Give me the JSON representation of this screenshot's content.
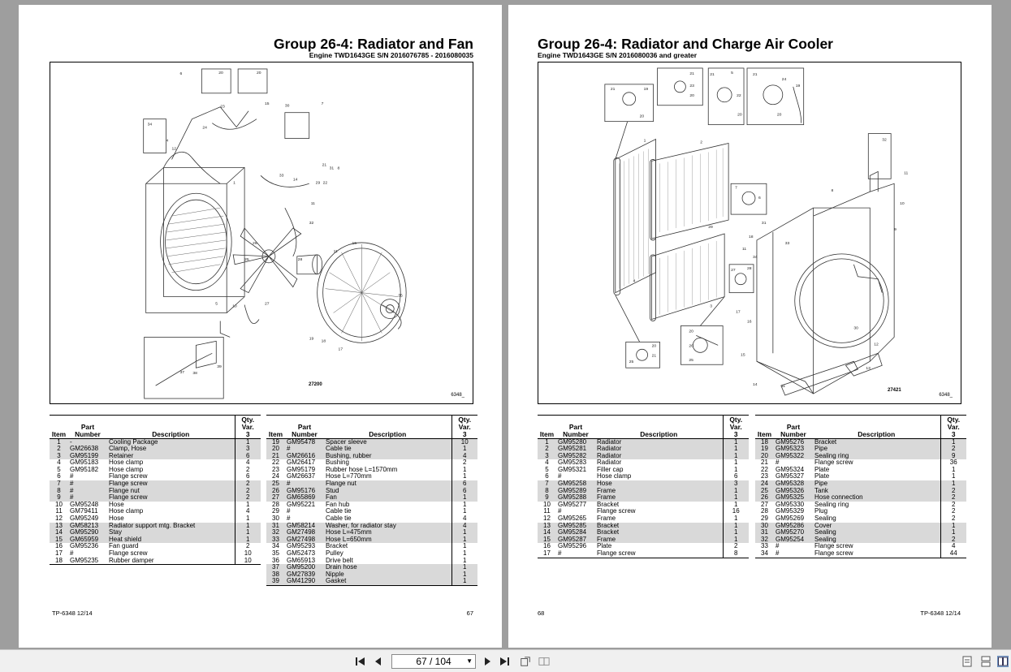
{
  "left_page": {
    "title": "Group 26-4:  Radiator and Fan",
    "subtitle": "Engine TWD1643GE S/N 2016076785 - 2016080035",
    "figure_number": "27200",
    "figure_code": "6348_",
    "table_headers": {
      "item": "Item",
      "part_line1": "Part",
      "part_line2": "Number",
      "description": "Description",
      "qty_line1": "Qty.",
      "qty_line2": "Var.",
      "qty_line3": "3"
    },
    "parts_a": [
      {
        "item": "1",
        "part": "-",
        "desc": "Cooling Package",
        "qty": "1"
      },
      {
        "item": "2",
        "part": "GM26638",
        "desc": "Clamp, Hose",
        "qty": "3"
      },
      {
        "item": "3",
        "part": "GM95199",
        "desc": "Retainer",
        "qty": "6"
      },
      {
        "item": "4",
        "part": "GM95183",
        "desc": "Hose clamp",
        "qty": "4"
      },
      {
        "item": "5",
        "part": "GM95182",
        "desc": "Hose clamp",
        "qty": "2"
      },
      {
        "item": "6",
        "part": "#",
        "desc": "Flange screw",
        "qty": "6"
      },
      {
        "item": "7",
        "part": "#",
        "desc": "Flange screw",
        "qty": "2"
      },
      {
        "item": "8",
        "part": "#",
        "desc": "Flange nut",
        "qty": "2"
      },
      {
        "item": "9",
        "part": "#",
        "desc": "Flange screw",
        "qty": "2"
      },
      {
        "item": "10",
        "part": "GM95248",
        "desc": "Hose",
        "qty": "1"
      },
      {
        "item": "11",
        "part": "GM79411",
        "desc": "Hose clamp",
        "qty": "4"
      },
      {
        "item": "12",
        "part": "GM95249",
        "desc": "Hose",
        "qty": "1"
      },
      {
        "item": "13",
        "part": "GM58213",
        "desc": "Radiator support mtg. Bracket",
        "qty": "1"
      },
      {
        "item": "14",
        "part": "GM95290",
        "desc": "Stay",
        "qty": "1"
      },
      {
        "item": "15",
        "part": "GM65959",
        "desc": "Heat shield",
        "qty": "1"
      },
      {
        "item": "16",
        "part": "GM95236",
        "desc": "Fan guard",
        "qty": "2"
      },
      {
        "item": "17",
        "part": "#",
        "desc": "Flange screw",
        "qty": "10"
      },
      {
        "item": "18",
        "part": "GM95235",
        "desc": "Rubber damper",
        "qty": "10"
      }
    ],
    "parts_b": [
      {
        "item": "19",
        "part": "GM95478",
        "desc": "Spacer sleeve",
        "qty": "10"
      },
      {
        "item": "20",
        "part": "#",
        "desc": "Cable tie",
        "qty": "1"
      },
      {
        "item": "21",
        "part": "GM26616",
        "desc": "Bushing, rubber",
        "qty": "4"
      },
      {
        "item": "22",
        "part": "GM26417",
        "desc": "Bushing",
        "qty": "2"
      },
      {
        "item": "23",
        "part": "GM95179",
        "desc": "Rubber hose L=1570mm",
        "qty": "1"
      },
      {
        "item": "24",
        "part": "GM26637",
        "desc": "Hose L=770mm",
        "qty": "1"
      },
      {
        "item": "25",
        "part": "#",
        "desc": "Flange nut",
        "qty": "6"
      },
      {
        "item": "26",
        "part": "GM95176",
        "desc": "Stud",
        "qty": "6"
      },
      {
        "item": "27",
        "part": "GM65869",
        "desc": "Fan",
        "qty": "1"
      },
      {
        "item": "28",
        "part": "GM95221",
        "desc": "Fan hub",
        "qty": "1"
      },
      {
        "item": "29",
        "part": "#",
        "desc": "Cable tie",
        "qty": "1"
      },
      {
        "item": "30",
        "part": "#",
        "desc": "Cable tie",
        "qty": "4"
      },
      {
        "item": "31",
        "part": "GM58214",
        "desc": "Washer, for radiator stay",
        "qty": "4"
      },
      {
        "item": "32",
        "part": "GM27498",
        "desc": "Hose L=475mm",
        "qty": "1"
      },
      {
        "item": "33",
        "part": "GM27498",
        "desc": "Hose L=650mm",
        "qty": "1"
      },
      {
        "item": "34",
        "part": "GM95293",
        "desc": "Bracket",
        "qty": "1"
      },
      {
        "item": "35",
        "part": "GM52473",
        "desc": "Pulley",
        "qty": "1"
      },
      {
        "item": "36",
        "part": "GM65913",
        "desc": "Drive belt",
        "qty": "1"
      },
      {
        "item": "37",
        "part": "GM95200",
        "desc": "Drain hose",
        "qty": "1"
      },
      {
        "item": "38",
        "part": "GM27839",
        "desc": "Nipple",
        "qty": "1"
      },
      {
        "item": "39",
        "part": "GM41290",
        "desc": "Gasket",
        "qty": "1"
      }
    ],
    "footer_left": "TP-6348 12/14",
    "footer_right": "67"
  },
  "right_page": {
    "title": "Group 26-4:  Radiator and Charge Air Cooler",
    "subtitle": "Engine TWD1643GE S/N 2016080036 and greater",
    "figure_number": "27421",
    "figure_code": "6348_",
    "table_headers": {
      "item": "Item",
      "part_line1": "Part",
      "part_line2": "Number",
      "description": "Description",
      "qty_line1": "Qty.",
      "qty_line2": "Var.",
      "qty_line3": "3"
    },
    "parts_a": [
      {
        "item": "1",
        "part": "GM95280",
        "desc": "Radiator",
        "qty": "1"
      },
      {
        "item": "2",
        "part": "GM95281",
        "desc": "Radiator",
        "qty": "1"
      },
      {
        "item": "3",
        "part": "GM95282",
        "desc": "Radiator",
        "qty": "1"
      },
      {
        "item": "4",
        "part": "GM95283",
        "desc": "Radiator",
        "qty": "1"
      },
      {
        "item": "5",
        "part": "GM95321",
        "desc": "Filler cap",
        "qty": "1"
      },
      {
        "item": "6",
        "part": "#",
        "desc": "Hose clamp",
        "qty": "6"
      },
      {
        "item": "7",
        "part": "GM95258",
        "desc": "Hose",
        "qty": "3"
      },
      {
        "item": "8",
        "part": "GM95289",
        "desc": "Frame",
        "qty": "1"
      },
      {
        "item": "9",
        "part": "GM95288",
        "desc": "Frame",
        "qty": "1"
      },
      {
        "item": "10",
        "part": "GM95277",
        "desc": "Bracket",
        "qty": "1"
      },
      {
        "item": "11",
        "part": "#",
        "desc": "Flange screw",
        "qty": "16"
      },
      {
        "item": "12",
        "part": "GM95265",
        "desc": "Frame",
        "qty": "1"
      },
      {
        "item": "13",
        "part": "GM95285",
        "desc": "Bracket",
        "qty": "1"
      },
      {
        "item": "14",
        "part": "GM95284",
        "desc": "Bracket",
        "qty": "1"
      },
      {
        "item": "15",
        "part": "GM95287",
        "desc": "Frame",
        "qty": "1"
      },
      {
        "item": "16",
        "part": "GM95296",
        "desc": "Plate",
        "qty": "2"
      },
      {
        "item": "17",
        "part": "#",
        "desc": "Flange screw",
        "qty": "8"
      }
    ],
    "parts_b": [
      {
        "item": "18",
        "part": "GM95276",
        "desc": "Bracket",
        "qty": "1"
      },
      {
        "item": "19",
        "part": "GM95323",
        "desc": "Pipe",
        "qty": "2"
      },
      {
        "item": "20",
        "part": "GM95322",
        "desc": "Sealing ring",
        "qty": "9"
      },
      {
        "item": "21",
        "part": "#",
        "desc": "Flange screw",
        "qty": "36"
      },
      {
        "item": "22",
        "part": "GM95324",
        "desc": "Plate",
        "qty": "1"
      },
      {
        "item": "23",
        "part": "GM95327",
        "desc": "Plate",
        "qty": "1"
      },
      {
        "item": "24",
        "part": "GM95328",
        "desc": "Pipe",
        "qty": "1"
      },
      {
        "item": "25",
        "part": "GM95326",
        "desc": "Tank",
        "qty": "2"
      },
      {
        "item": "26",
        "part": "GM95325",
        "desc": "Hose connection",
        "qty": "2"
      },
      {
        "item": "27",
        "part": "GM95330",
        "desc": "Sealing ring",
        "qty": "2"
      },
      {
        "item": "28",
        "part": "GM95329",
        "desc": "Plug",
        "qty": "2"
      },
      {
        "item": "29",
        "part": "GM95269",
        "desc": "Sealing",
        "qty": "2"
      },
      {
        "item": "30",
        "part": "GM95286",
        "desc": "Cover",
        "qty": "1"
      },
      {
        "item": "31",
        "part": "GM95270",
        "desc": "Sealing",
        "qty": "1"
      },
      {
        "item": "32",
        "part": "GM95254",
        "desc": "Sealing",
        "qty": "2"
      },
      {
        "item": "33",
        "part": "#",
        "desc": "Flange screw",
        "qty": "4"
      },
      {
        "item": "34",
        "part": "#",
        "desc": "Flange screw",
        "qty": "44"
      }
    ],
    "footer_left": "68",
    "footer_right": "TP-6348 12/14"
  },
  "toolbar": {
    "page_indicator": "67 / 104",
    "icons": [
      "first-page-icon",
      "prev-page-icon",
      "next-page-icon",
      "last-page-icon",
      "rotate-icon",
      "two-page-icon",
      "single-page-view-icon",
      "continuous-view-icon",
      "facing-view-icon"
    ]
  }
}
